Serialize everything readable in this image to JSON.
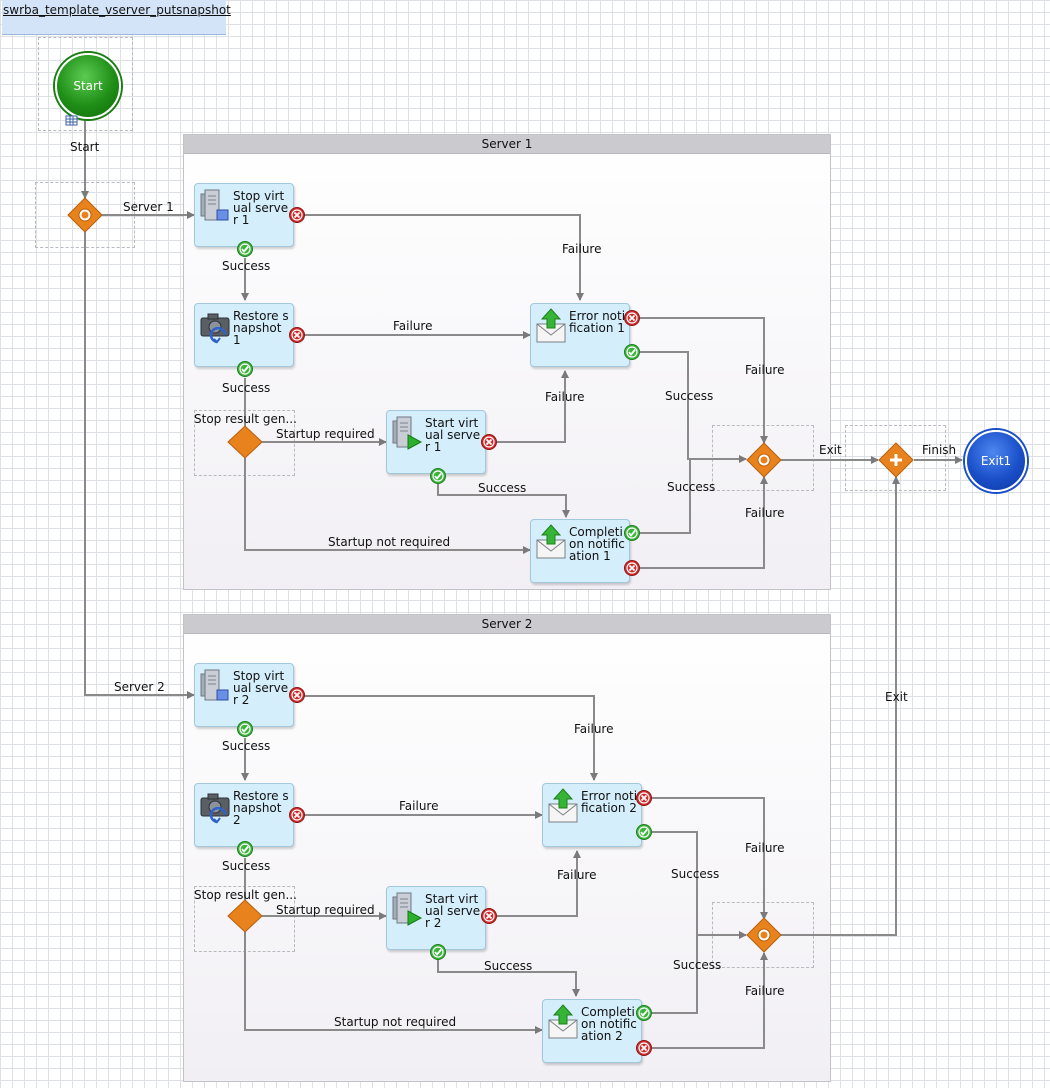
{
  "tab_title": "swrba_template_vserver_putsnapshot",
  "start": {
    "badge": "Start",
    "label": "Start"
  },
  "exit": {
    "badge": "Exit1"
  },
  "lanes": [
    {
      "title": "Server 1"
    },
    {
      "title": "Server 2"
    }
  ],
  "split_branches": [
    "Server 1",
    "Server 2"
  ],
  "server1": {
    "stop_task": "Stop virtual server 1",
    "restore_task": "Restore snapshot 1",
    "start_task": "Start virtual server 1",
    "error_task": "Error notification 1",
    "completion_task": "Completion notification 1",
    "decision_label": "Stop result gen...",
    "labels": {
      "stop_success": "Success",
      "stop_failure": "Failure",
      "restore_success": "Success",
      "restore_failure": "Failure",
      "startup_required": "Startup required",
      "startup_not_required": "Startup not required",
      "start_failure": "Failure",
      "start_success": "Success",
      "error_success": "Success",
      "error_failure": "Failure",
      "completion_success": "Success",
      "completion_failure": "Failure",
      "exit": "Exit"
    }
  },
  "server2": {
    "stop_task": "Stop virtual server 2",
    "restore_task": "Restore snapshot 2",
    "start_task": "Start virtual server 2",
    "error_task": "Error notification 2",
    "completion_task": "Completion notification 2",
    "decision_label": "Stop result gen...",
    "labels": {
      "stop_success": "Success",
      "stop_failure": "Failure",
      "restore_success": "Success",
      "restore_failure": "Failure",
      "startup_required": "Startup required",
      "startup_not_required": "Startup not required",
      "start_failure": "Failure",
      "start_success": "Success",
      "error_success": "Success",
      "error_failure": "Failure",
      "completion_success": "Success",
      "completion_failure": "Failure",
      "exit": "Exit"
    }
  },
  "finish_label": "Finish",
  "colors": {
    "task_fill": "#d5eefb",
    "gateway": "#e8821c",
    "success": "#2aa52a",
    "failure": "#d42020",
    "start": "#1f8e17",
    "exit": "#1a4fc9"
  }
}
